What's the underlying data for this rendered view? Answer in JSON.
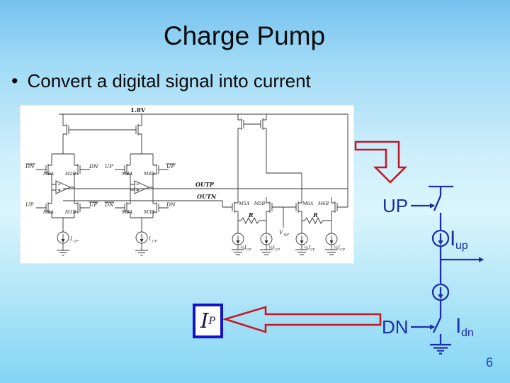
{
  "slide": {
    "title": "Charge Pump",
    "bullet_glyph": "•",
    "bullet_text": "Convert a digital signal into current",
    "page_number": "6"
  },
  "colors": {
    "diagram_blue": "#1c2fa6",
    "arrow_red": "#c41a28",
    "ip_box_border": "#1313cc",
    "page_number_blue": "#2b3fc0",
    "background_top": "#75c1ee",
    "background_middle": "#daf5fd",
    "background_bottom": "#82d5f4"
  },
  "circuit": {
    "supply": "1.8V",
    "outp": "OUTP",
    "outn": "OUTN",
    "up": "UP",
    "dn": "DN",
    "up_bar": "UP",
    "dn_bar": "DN",
    "m1a": "M1A",
    "m1b": "M1B",
    "m2a": "M2A",
    "m2b": "M2B",
    "m3a": "M3A",
    "m3b": "M3B",
    "m4a": "M4A",
    "m4b": "M4B",
    "m5a": "M5A",
    "m5b": "M5B",
    "m6a": "M6A",
    "m6b": "M6B",
    "r": "R",
    "icp_base": "I",
    "icp_sub": "CP",
    "half_icp_base": "½I",
    "half_icp_sub": "CP",
    "vref_base": "V",
    "vref_sub": "ref"
  },
  "right_diagram": {
    "up_label": "UP",
    "dn_label": "DN",
    "iup_base": "I",
    "iup_sub": "up",
    "idn_base": "I",
    "idn_sub": "dn"
  },
  "ip_box": {
    "base": "I",
    "sub": "P"
  }
}
